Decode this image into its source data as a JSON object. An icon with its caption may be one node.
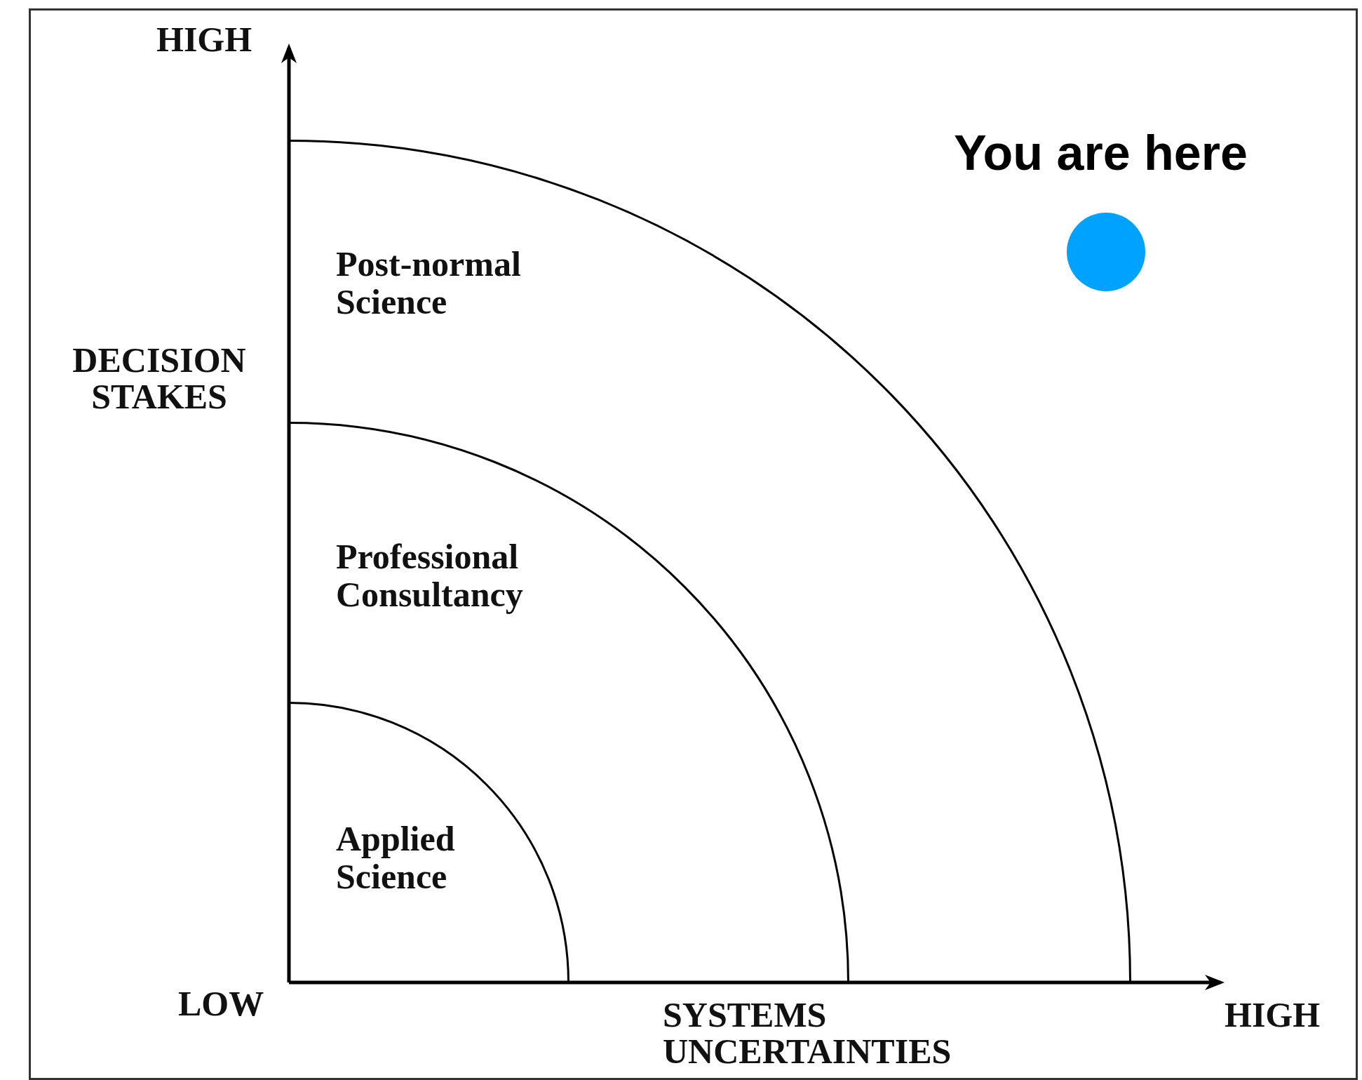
{
  "diagram": {
    "nodes": [
      {
        "text": [
          "Post-normal Science"
        ]
      },
      {
        "text": [
          "Professional Consultancy"
        ],
        "in": 0
      },
      {
        "text": [
          "Applied Science"
        ],
        "in": 1
      },
      {
        "text": [],
        "shape": "circle",
        "beside": [
          "You are here"
        ]
      }
    ],
    "edges": [],
    "labels": [
      "HIGH",
      "DECISION STAKES",
      "LOW",
      "SYSTEMS UNCERTAINTIES",
      "HIGH"
    ]
  }
}
